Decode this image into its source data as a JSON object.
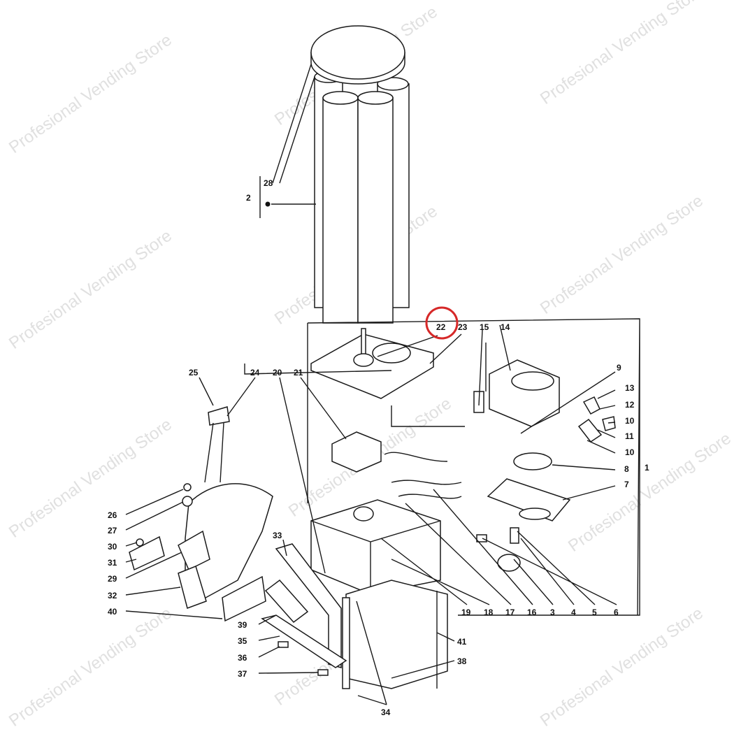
{
  "watermark": "Profesional Vending Store",
  "highlight_color": "#d62828",
  "highlighted_part": "22",
  "labels": {
    "p28": "28",
    "p2": "2",
    "p22": "22",
    "p23": "23",
    "p15": "15",
    "p14": "14",
    "p9": "9",
    "p13": "13",
    "p12": "12",
    "p10a": "10",
    "p11": "11",
    "p10b": "10",
    "p8": "8",
    "p7": "7",
    "p1": "1",
    "p25": "25",
    "p24": "24",
    "p20": "20",
    "p21": "21",
    "p26": "26",
    "p27": "27",
    "p30": "30",
    "p31": "31",
    "p29": "29",
    "p32": "32",
    "p40": "40",
    "p33": "33",
    "p39": "39",
    "p35": "35",
    "p36": "36",
    "p37": "37",
    "p34": "34",
    "p19": "19",
    "p18": "18",
    "p17": "17",
    "p16": "16",
    "p3": "3",
    "p4": "4",
    "p5": "5",
    "p6": "6",
    "p41": "41",
    "p38": "38"
  }
}
